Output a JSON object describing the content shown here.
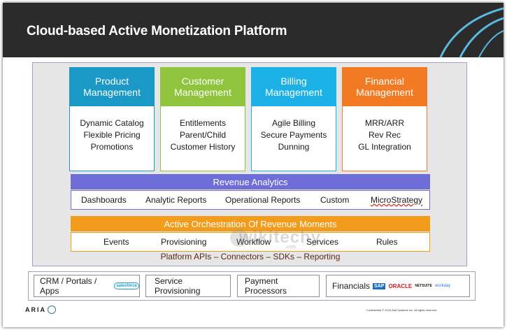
{
  "header": {
    "title": "Cloud-based Active Monetization Platform"
  },
  "pillars": [
    {
      "title": "Product Management",
      "items": [
        "Dynamic Catalog",
        "Flexible Pricing",
        "Promotions"
      ],
      "color": "#1a99c6"
    },
    {
      "title": "Customer Management",
      "items": [
        "Entitlements",
        "Parent/Child",
        "Customer History"
      ],
      "color": "#8fc43c"
    },
    {
      "title": "Billing Management",
      "items": [
        "Agile Billing",
        "Secure Payments",
        "Dunning"
      ],
      "color": "#1cb1e6"
    },
    {
      "title": "Financial Management",
      "items": [
        "MRR/ARR",
        "Rev Rec",
        "GL Integration"
      ],
      "color": "#f27a22"
    }
  ],
  "analytics": {
    "title": "Revenue Analytics",
    "items": [
      "Dashboards",
      "Analytic Reports",
      "Operational Reports",
      "Custom",
      "MicroStrategy"
    ],
    "color": "#6f6dd8"
  },
  "orchestration": {
    "title": "Active Orchestration Of Revenue Moments",
    "items": [
      "Events",
      "Provisioning",
      "Workflow",
      "Services",
      "Rules"
    ],
    "color": "#f39c1c"
  },
  "apis": "Platform APIs – Connectors – SDKs – Reporting",
  "systems": [
    {
      "label": "CRM / Portals / Apps",
      "logos": [
        "salesforce"
      ]
    },
    {
      "label": "Service Provisioning",
      "logos": []
    },
    {
      "label": "Payment Processors",
      "logos": []
    },
    {
      "label": "Financials",
      "logos": [
        "SAP",
        "ORACLE",
        "NETSUITE",
        "workday"
      ]
    }
  ],
  "watermark": {
    "text": "wikitechy",
    "suffix": ".com"
  },
  "footer": {
    "brand": "ARIA",
    "copyright": "Confidential © 2016 Aria Systems Inc. All rights reserved."
  }
}
